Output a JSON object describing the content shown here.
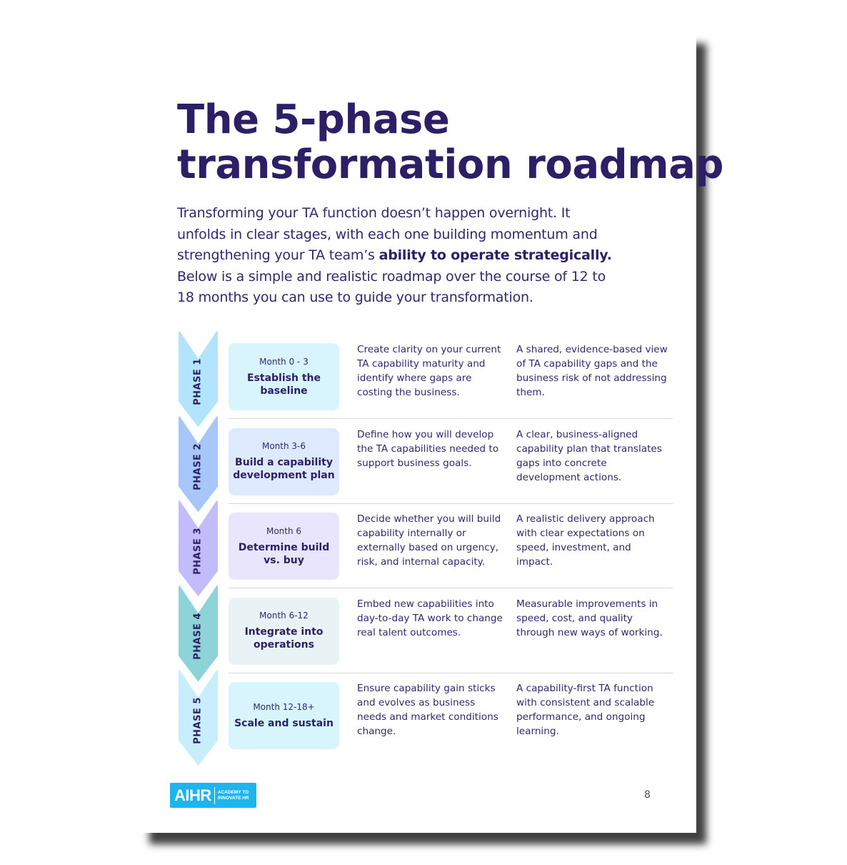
{
  "title": [
    "The 5-phase",
    "transformation roadmap"
  ],
  "intro": {
    "line1": "Transforming your TA function doesn’t happen overnight. It",
    "line2": "unfolds in clear stages, with each one building momentum and",
    "line3_plain": "strengthening your TA team’s ",
    "line3_bold": "ability to operate strategically.",
    "line4": "Below is a simple and realistic roadmap over the course of 12 to",
    "line5": "18 months you can use to guide your transformation."
  },
  "phases": [
    {
      "label": "PHASE 1",
      "month": "Month 0 - 3",
      "name": "Establish the baseline",
      "action": "Create clarity on your current TA capability maturity and identify where gaps are costing the business.",
      "outcome": "A shared, evidence-based view of TA capability gaps and the business risk of not addressing them.",
      "chevron_color": "#b2e4fb",
      "card_color": "#d8f4fd"
    },
    {
      "label": "PHASE 2",
      "month": "Month 3-6",
      "name": "Build a capability development plan",
      "action": "Define how you will develop the TA capabilities needed to support business goals.",
      "outcome": "A clear, business-aligned capability plan that translates gaps into concrete development actions.",
      "chevron_color": "#a7c7fa",
      "card_color": "#dde9fd"
    },
    {
      "label": "PHASE 3",
      "month": "Month 6",
      "name": "Determine build vs. buy",
      "action": "Decide whether you will build capability internally or externally based on urgency, risk, and internal capacity.",
      "outcome": "A realistic delivery approach with clear expectations on speed, investment, and impact.",
      "chevron_color": "#c3bcfa",
      "card_color": "#e8e5fd"
    },
    {
      "label": "PHASE 4",
      "month": "Month 6-12",
      "name": "Integrate into operations",
      "action": "Embed new capabilities into day-to-day TA work to change real talent outcomes.",
      "outcome": "Measurable improvements in speed, cost, and quality through new ways of working.",
      "chevron_color": "#8ed3d8",
      "card_color": "#e9f3f6"
    },
    {
      "label": "PHASE 5",
      "month": "Month 12-18+",
      "name": "Scale and sustain",
      "action": "Ensure capability gain sticks and evolves as business needs and market conditions change.",
      "outcome": "A capability-first TA function with consistent and scalable performance, and ongoing learning.",
      "chevron_color": "#c8eefb",
      "card_color": "#d8f4fd"
    }
  ],
  "footer": {
    "logo_main": "AIHR",
    "logo_sub1": "ACADEMY TO",
    "logo_sub2": "INNOVATE HR",
    "page_number": "8",
    "logo_color": "#1cb5ef"
  }
}
